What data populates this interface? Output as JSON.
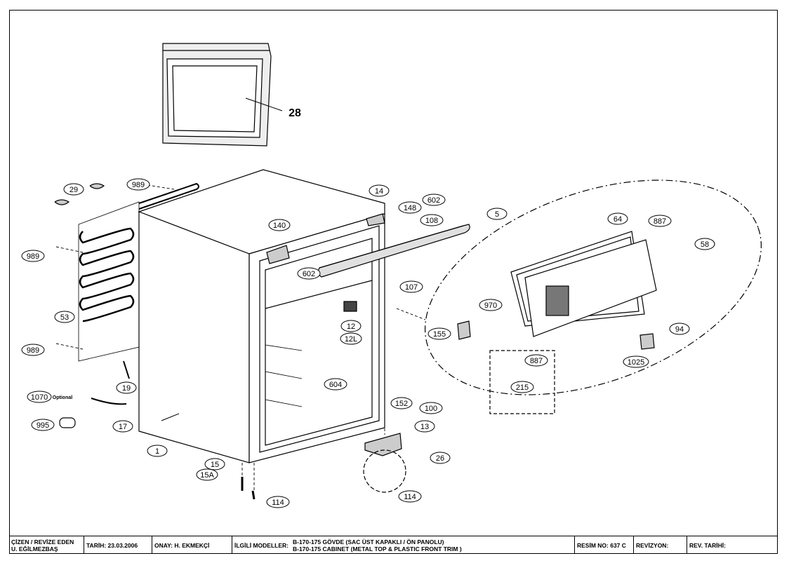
{
  "drawing": {
    "callouts": {
      "c28": "28",
      "c29": "29",
      "c989a": "989",
      "c989b": "989",
      "c989c": "989",
      "c53": "53",
      "c1070": "1070",
      "c1070_note": "Optional",
      "c995": "995",
      "c17": "17",
      "c19": "19",
      "c1": "1",
      "c15": "15",
      "c15a": "15A",
      "c114a": "114",
      "c140": "140",
      "c602a": "602",
      "c14": "14",
      "c148": "148",
      "c602b": "602",
      "c108": "108",
      "c5": "5",
      "c107": "107",
      "c12": "12",
      "c12l": "12L",
      "c604": "604",
      "c152": "152",
      "c100": "100",
      "c13": "13",
      "c26": "26",
      "c114b": "114",
      "c64": "64",
      "c887a": "887",
      "c58": "58",
      "c970": "970",
      "c155": "155",
      "c94": "94",
      "c1025": "1025",
      "c887b": "887",
      "c215": "215"
    }
  },
  "title_block": {
    "drawn_label": "ÇİZEN / REVİZE EDEN",
    "drawn_by": "U. EĞİLMEZBAŞ",
    "date": "TARİH: 23.03.2006",
    "approved": "ONAY: H. EKMEKÇİ",
    "models_label": "İLGİLİ MODELLER:",
    "models_line1": "B-170-175  GÖVDE (SAC ÜST KAPAKLI / ÖN PANOLU)",
    "models_line2": "B-170-175 CABINET (METAL TOP & PLASTIC FRONT TRIM )",
    "drawing_no": "RESİM NO: 637 C",
    "revision": "REVİZYON:",
    "rev_date": "REV. TARİHİ:"
  },
  "colors": {
    "line": "#000000",
    "paper": "#ffffff",
    "shade": "#d9d9d9"
  }
}
